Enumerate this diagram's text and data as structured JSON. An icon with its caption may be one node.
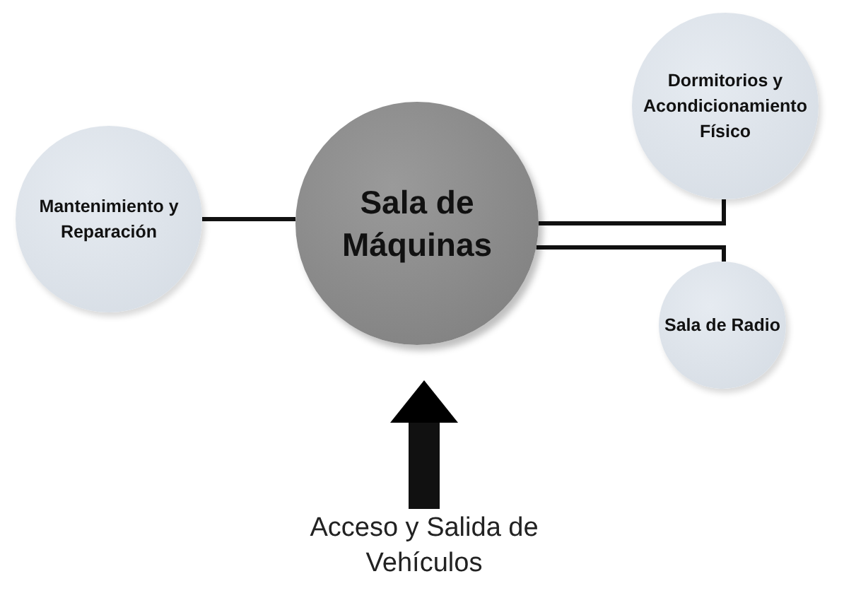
{
  "diagram": {
    "nodes": [
      {
        "text": [
          "Mantenimiento y Reparación"
        ]
      },
      {
        "text": [
          "Sala de Máquinas"
        ]
      },
      {
        "text": [
          "Dormitorios y Acondicionamiento Físico"
        ]
      },
      {
        "text": [
          "Sala de Radio"
        ]
      },
      {
        "text": [
          "Acceso y Salida de Vehículos"
        ]
      }
    ],
    "edges": [
      {
        "from": 0,
        "to": 1,
        "arrow": "none"
      },
      {
        "from": 1,
        "to": 2,
        "arrow": "none"
      },
      {
        "from": 1,
        "to": 3,
        "arrow": "none"
      },
      {
        "from": 4,
        "to": 1,
        "arrow": "to",
        "style": "thick"
      }
    ]
  }
}
